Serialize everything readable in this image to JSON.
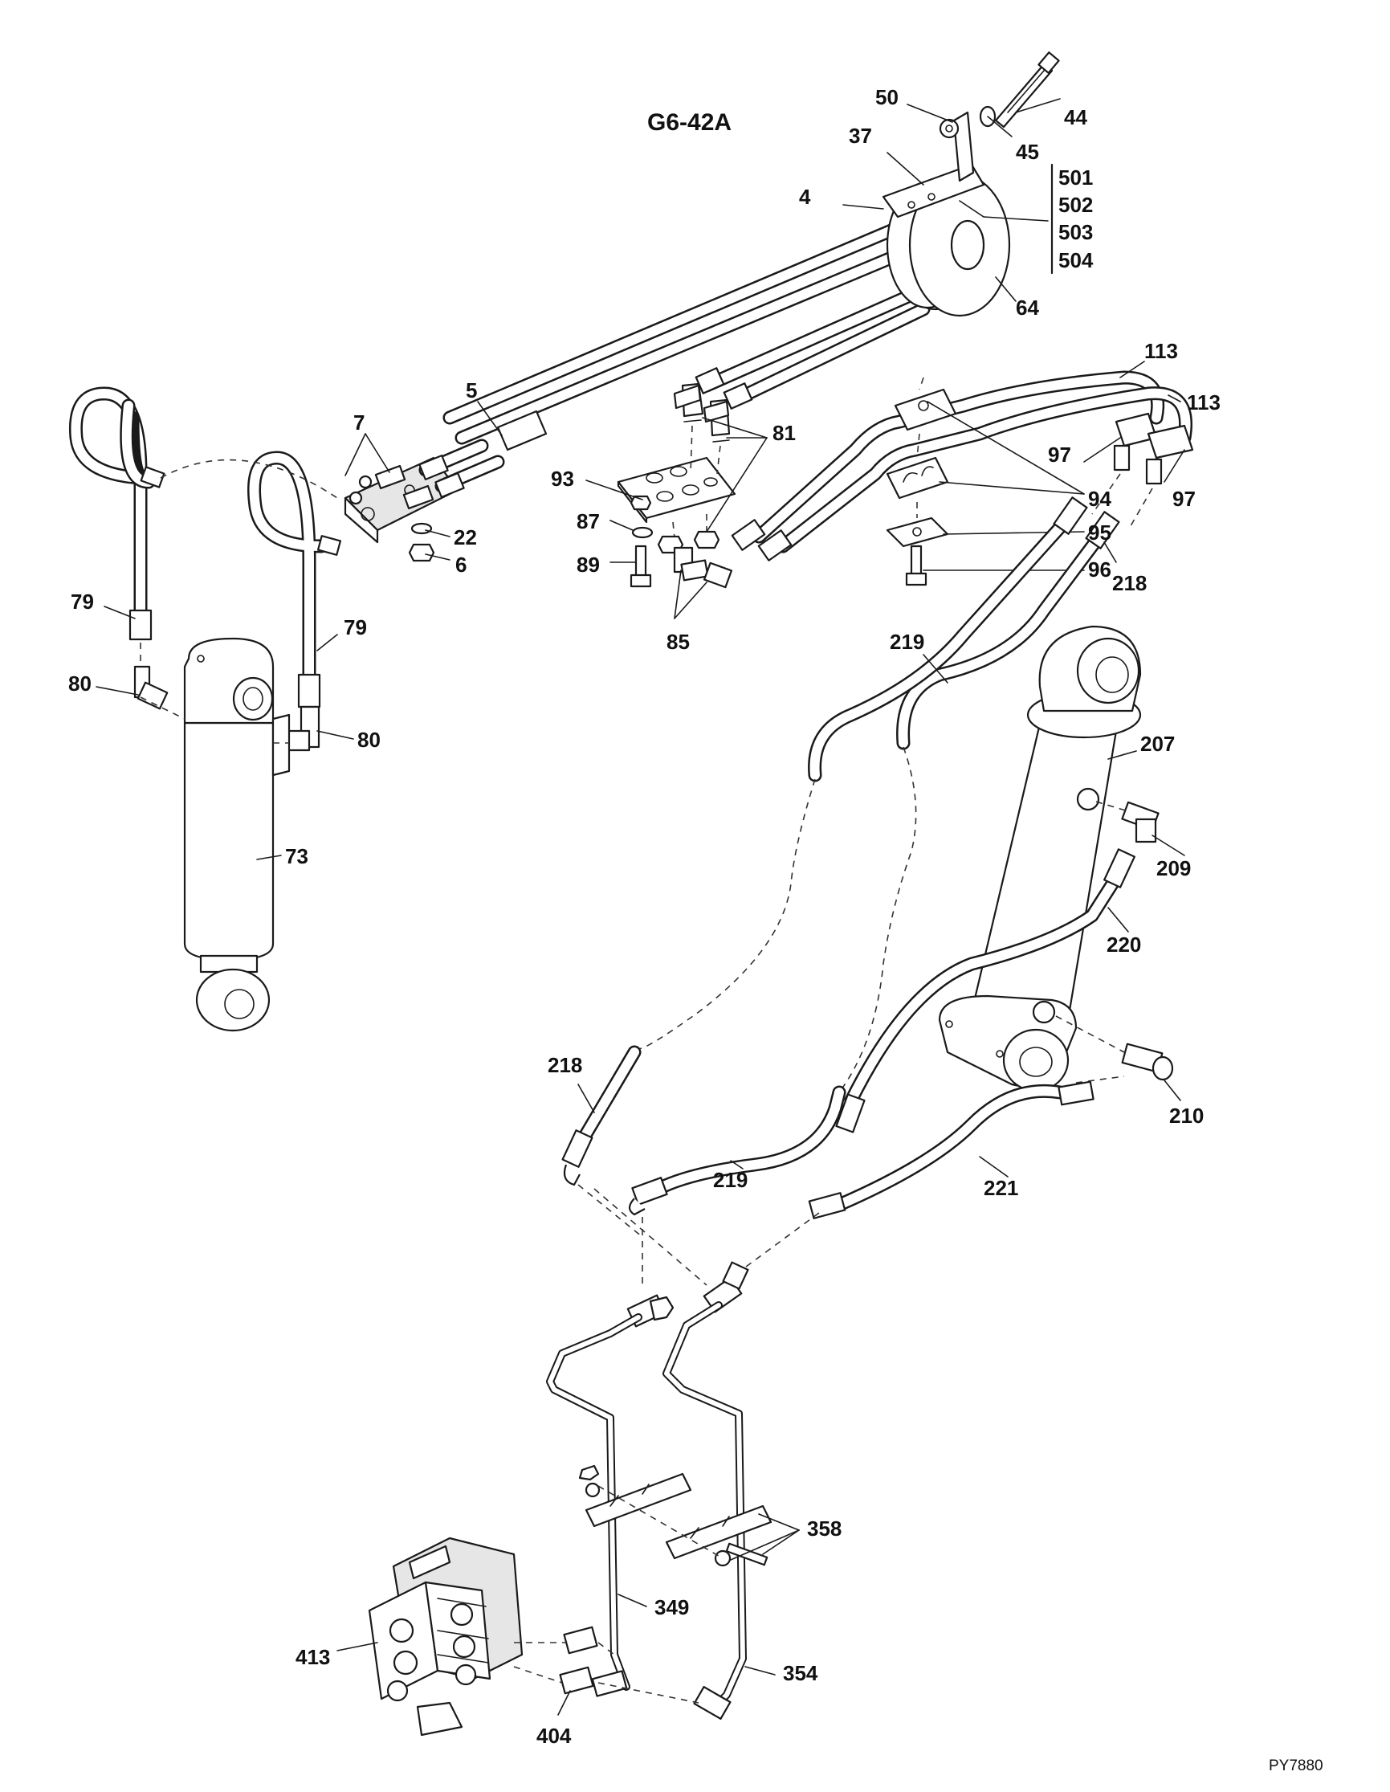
{
  "diagram": {
    "title": "G6-42A",
    "reference": "PY7880",
    "callouts": {
      "c4": "4",
      "c5": "5",
      "c6": "6",
      "c7": "7",
      "c22": "22",
      "c37": "37",
      "c44": "44",
      "c45": "45",
      "c50": "50",
      "c64": "64",
      "c73": "73",
      "c79a": "79",
      "c79b": "79",
      "c80a": "80",
      "c80b": "80",
      "c81": "81",
      "c85": "85",
      "c87": "87",
      "c89": "89",
      "c93": "93",
      "c94": "94",
      "c95": "95",
      "c96": "96",
      "c97a": "97",
      "c97b": "97",
      "c113a": "113",
      "c113b": "113",
      "c207": "207",
      "c209": "209",
      "c210": "210",
      "c218a": "218",
      "c218b": "218",
      "c219a": "219",
      "c219b": "219",
      "c220": "220",
      "c221": "221",
      "c349": "349",
      "c354": "354",
      "c358": "358",
      "c404": "404",
      "c413": "413",
      "c501": "501",
      "c502": "502",
      "c503": "503",
      "c504": "504"
    }
  }
}
